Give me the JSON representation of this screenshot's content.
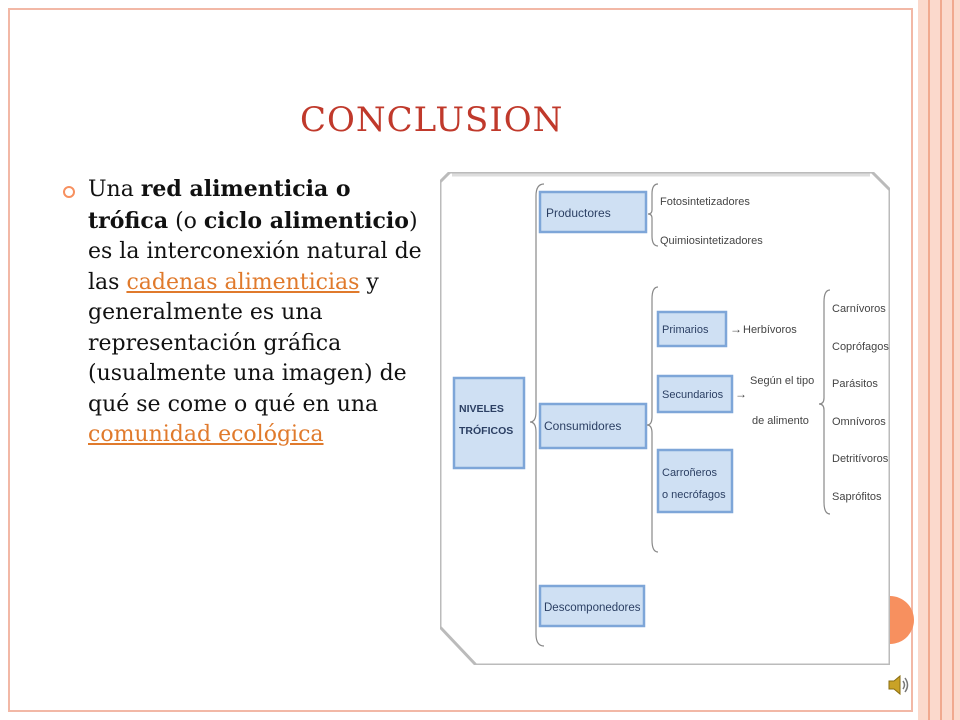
{
  "slide": {
    "title": "CONCLUSION",
    "paragraph": {
      "t1": "Una ",
      "b1": "red alimenticia o trófica",
      "t2": " (o ",
      "b2": "ciclo alimenticio",
      "t3": ") es la interconexión natural de las ",
      "link1": "cadenas alimenticias",
      "t4": " y generalmente es una representación gráfica (usualmente una imagen) de qué se come o qué en una ",
      "link2": "comunidad ecológica"
    }
  },
  "diagram": {
    "root": "NIVELES TRÓFICOS",
    "productores": {
      "label": "Productores",
      "items": [
        "Fotosintetizadores",
        "Quimiosintetizadores"
      ]
    },
    "consumidores": {
      "label": "Consumidores",
      "primarios": "Primarios",
      "herbivoros": "Herbívoros",
      "secundarios": "Secundarios",
      "segun_1": "Según el tipo",
      "segun_2": "de alimento",
      "carroneros_1": "Carroñeros",
      "carroneros_2": "o necrófagos",
      "types": [
        "Carnívoros",
        "Coprófagos",
        "Parásitos",
        "Omnívoros",
        "Detritívoros",
        "Saprófitos"
      ]
    },
    "descomponedores": "Descomponedores"
  },
  "colors": {
    "title": "#c0392b",
    "link": "#e07a2c",
    "accent": "#f7905f",
    "box_fill": "#cfe0f3",
    "box_stroke": "#7ea6d8"
  },
  "icons": [
    "bullet-icon",
    "speaker-icon"
  ]
}
